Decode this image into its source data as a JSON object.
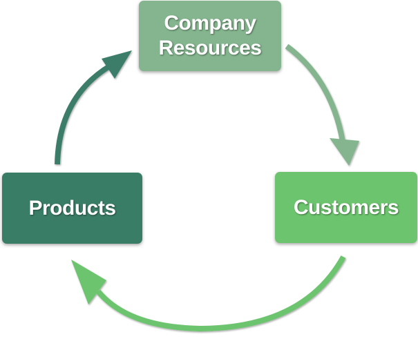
{
  "diagram": {
    "nodes": {
      "company": {
        "label": "Company\nResources",
        "color": "#84b58e"
      },
      "products": {
        "label": "Products",
        "color": "#3a7d67"
      },
      "customers": {
        "label": "Customers",
        "color": "#6cc46e"
      }
    },
    "arrows": {
      "company_to_customers": {
        "from": "Company Resources",
        "to": "Customers",
        "color": "#84b58e"
      },
      "customers_to_products": {
        "from": "Customers",
        "to": "Products",
        "color": "#6cc46e"
      },
      "products_to_company": {
        "from": "Products",
        "to": "Company Resources",
        "color": "#3a7d67"
      }
    }
  }
}
